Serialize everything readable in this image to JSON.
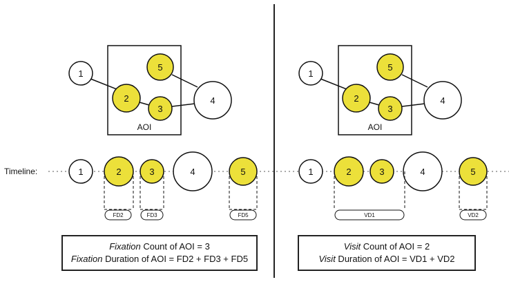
{
  "colors": {
    "highlight": "#ece03a",
    "stroke": "#111111",
    "white": "#ffffff"
  },
  "timeline_label": "Timeline:",
  "aoi_label": "AOI",
  "left": {
    "fixations": [
      "1",
      "2",
      "3",
      "4",
      "5"
    ],
    "segments": [
      "FD2",
      "FD3",
      "FD5"
    ],
    "summary": {
      "line1_italic": "Fixation",
      "line1_rest": " Count of AOI = 3",
      "line2_italic": "Fixation",
      "line2_rest": " Duration of AOI = FD2 + FD3 + FD5"
    }
  },
  "right": {
    "fixations": [
      "1",
      "2",
      "3",
      "4",
      "5"
    ],
    "segments": [
      "VD1",
      "VD2"
    ],
    "summary": {
      "line1_italic": "Visit",
      "line1_rest": " Count of AOI = 2",
      "line2_italic": "Visit",
      "line2_rest": " Duration of AOI = VD1 + VD2"
    }
  }
}
